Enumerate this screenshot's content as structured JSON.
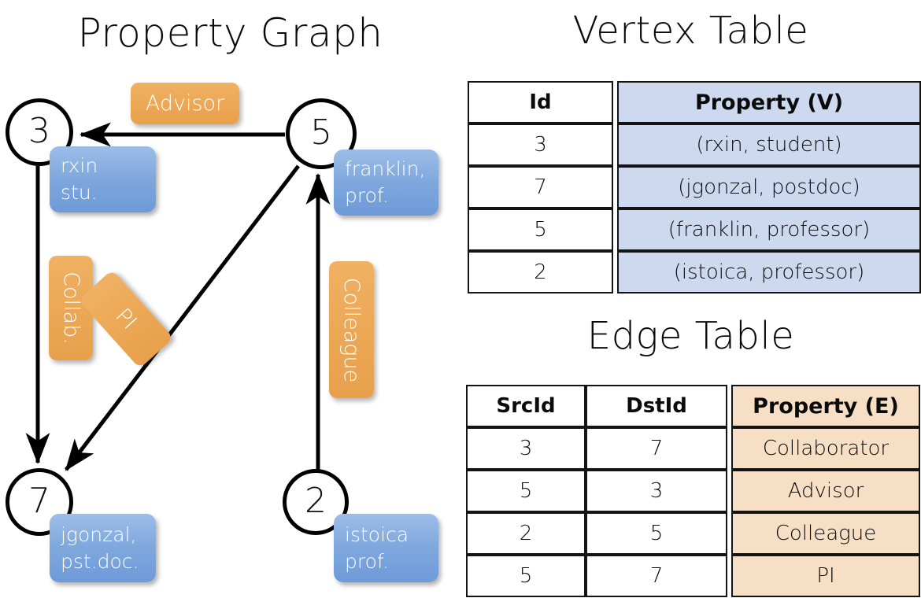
{
  "titles": {
    "property_graph": "Property Graph",
    "vertex_table": "Vertex Table",
    "edge_table": "Edge Table"
  },
  "graph": {
    "nodes": [
      {
        "id": "3",
        "property_lines": [
          "rxin",
          "stu."
        ]
      },
      {
        "id": "5",
        "property_lines": [
          "franklin,",
          "prof."
        ]
      },
      {
        "id": "7",
        "property_lines": [
          "jgonzal,",
          "pst.doc."
        ]
      },
      {
        "id": "2",
        "property_lines": [
          "istoica",
          "prof."
        ]
      }
    ],
    "edge_labels": [
      {
        "name": "advisor",
        "label": "Advisor"
      },
      {
        "name": "collab",
        "label": "Collab."
      },
      {
        "name": "pi",
        "label": "PI"
      },
      {
        "name": "colleague",
        "label": "Colleague"
      }
    ]
  },
  "vertex_table": {
    "headers": [
      "Id",
      "Property (V)"
    ],
    "rows": [
      [
        "3",
        "(rxin, student)"
      ],
      [
        "7",
        "(jgonzal, postdoc)"
      ],
      [
        "5",
        "(franklin, professor)"
      ],
      [
        "2",
        "(istoica, professor)"
      ]
    ]
  },
  "edge_table": {
    "headers": [
      "SrcId",
      "DstId",
      "Property (E)"
    ],
    "rows": [
      [
        "3",
        "7",
        "Collaborator"
      ],
      [
        "5",
        "3",
        "Advisor"
      ],
      [
        "2",
        "5",
        "Colleague"
      ],
      [
        "5",
        "7",
        "PI"
      ]
    ]
  },
  "colors": {
    "vertex_property_fill": "#ccd9ef",
    "edge_property_fill": "#f7dfc6",
    "node_box_blue": "#7fa8dd",
    "edge_label_orange": "#eca855",
    "stroke": "#000000"
  }
}
